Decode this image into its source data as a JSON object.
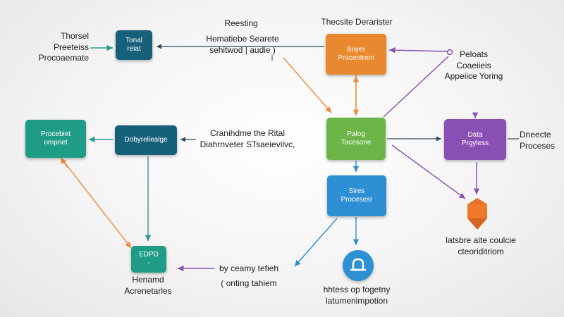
{
  "colors": {
    "navy": "#17607a",
    "teal": "#1e9c86",
    "blue": "#2f8fd4",
    "orange": "#e8892f",
    "green": "#6cb548",
    "purple": "#8a4fb3",
    "arrow_orange": "#ee8a3c",
    "arrow_purple": "#8a4fb3",
    "arrow_teal": "#2a9a8e",
    "arrow_blue": "#2f8fd4"
  },
  "labels": {
    "top_left": [
      "Thorsel",
      "Preeteiss",
      "Procoaemate"
    ],
    "top_mid_title": "Reesting",
    "top_mid": [
      "Hematiebe Searete",
      "sehitwod | audie )"
    ],
    "top_right_title": "Thecsite Derarister",
    "right_top": [
      "Peloats",
      "Coaeiieis",
      "Appeiice Yoring"
    ],
    "mid_center": [
      "Cranihdme the Rital",
      "Diahrnveter STsaeievilvc,"
    ],
    "right_mid": [
      "Dneecte",
      "Proceses"
    ],
    "bottom_right": [
      "latsbre aite coulcie",
      "cteoriditriom"
    ],
    "bottom_left": [
      "Henamd",
      "Acrenetarles"
    ],
    "bottom_mid_left": [
      "by ceamy tefieh",
      "( onting tahiem"
    ],
    "bottom_center": [
      "hhtess op fogetny",
      "latumenimpotion"
    ]
  },
  "nodes": {
    "top_left_box": [
      "Tonal",
      "reiat"
    ],
    "top_right_box": [
      "Boyer",
      "Procentrem"
    ],
    "left_box": [
      "Procebiet",
      "ompriet"
    ],
    "left_mid_box": [
      "Dobyreliealge"
    ],
    "center_box": [
      "Palog",
      "Tocesone"
    ],
    "right_box": [
      "Data",
      "Prgyless"
    ],
    "blue_box": [
      "Sires",
      "Procesesr"
    ],
    "bottom_left_box": [
      "EDPD",
      "-"
    ]
  },
  "icons": {
    "alert": "bell-alert-icon",
    "marker": "arrow-down-marker-icon"
  }
}
